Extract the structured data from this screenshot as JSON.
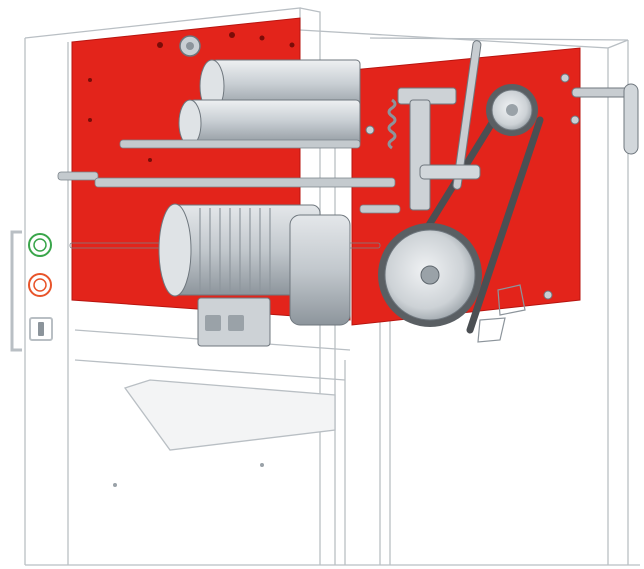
{
  "colors": {
    "background": "#ffffff",
    "cabinet_outline": "#b9bfc4",
    "panel_red": "#e3241b",
    "panel_red_dark": "#b8140f",
    "metal_light": "#d9dde1",
    "metal_mid": "#b7bec4",
    "metal_dark": "#8c949b",
    "belt": "#4b4f53",
    "handle": "#c8cdd1",
    "button_green": "#39a54a",
    "button_red": "#e8542a"
  },
  "components": {
    "cabinet": "machine-cabinet",
    "rear_panel": "red-rear-panel",
    "side_panel": "red-side-panel",
    "rollers": "feed-rollers",
    "motor": "electric-motor",
    "pulley": "drive-pulley",
    "belt": "drive-belt",
    "tension_lever": "tension-lever",
    "adjust_handle": "adjusting-handle",
    "door_handle": "door-handle",
    "start_button": "start-button-icon",
    "stop_button": "stop-button-icon",
    "main_switch": "main-switch-icon",
    "chip_chute": "chip-chute"
  }
}
